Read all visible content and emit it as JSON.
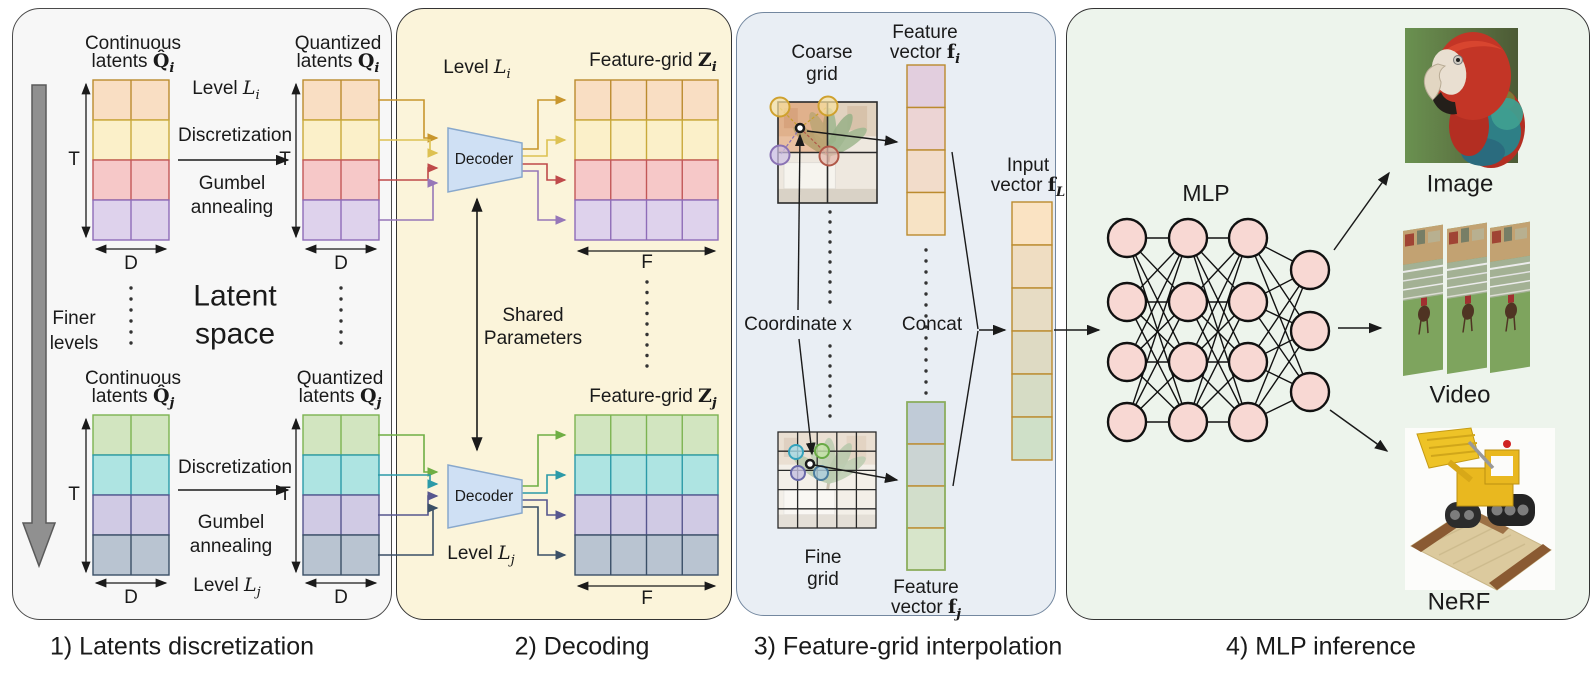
{
  "figure": {
    "captions": [
      "1) Latents discretization",
      "2) Decoding",
      "3) Feature-grid interpolation",
      "4) MLP inference"
    ]
  },
  "panel1": {
    "t_label": "T",
    "d_label": "D",
    "finer_l1": "Finer",
    "finer_l2": "levels",
    "latent_l1": "Latent",
    "latent_l2": "space",
    "top": {
      "continuous_l1": "Continuous",
      "continuous_l2": "latents",
      "continuous_sym": "Q̂",
      "continuous_sub": "i",
      "quantized_l1": "Quantized",
      "quantized_l2": "latents",
      "quantized_sym": "Q",
      "quantized_sub": "i",
      "level_word": "Level",
      "level_sym": "L",
      "level_sub": "i",
      "discretization": "Discretization",
      "gumbel_l1": "Gumbel",
      "gumbel_l2": "annealing"
    },
    "bottom": {
      "continuous_l1": "Continuous",
      "continuous_l2": "latents",
      "continuous_sym": "Q̂",
      "continuous_sub": "j",
      "quantized_l1": "Quantized",
      "quantized_l2": "latents",
      "quantized_sym": "Q",
      "quantized_sub": "j",
      "level_word": "Level",
      "level_sym": "L",
      "level_sub": "j",
      "discretization": "Discretization",
      "gumbel_l1": "Gumbel",
      "gumbel_l2": "annealing"
    }
  },
  "panel2": {
    "level_i_word": "Level",
    "level_i_sym": "L",
    "level_i_sub": "i",
    "level_j_word": "Level",
    "level_j_sym": "L",
    "level_j_sub": "j",
    "decoder": "Decoder",
    "fg_word": "Feature-grid",
    "fg_i_sym": "Z",
    "fg_i_sub": "i",
    "fg_j_sym": "Z",
    "fg_j_sub": "j",
    "f_label": "F",
    "shared_l1": "Shared",
    "shared_l2": "Parameters"
  },
  "panel3": {
    "coarse_l1": "Coarse",
    "coarse_l2": "grid",
    "fine_l1": "Fine",
    "fine_l2": "grid",
    "fv_l1": "Feature",
    "fv_l2": "vector",
    "fv_sym": "f",
    "fv_i_sub": "i",
    "fv_j_sub": "j",
    "coordinate": "Coordinate x",
    "concat": "Concat",
    "input_l1": "Input",
    "input_l2": "vector",
    "input_sym": "f",
    "input_sub": "L"
  },
  "panel4": {
    "mlp": "MLP",
    "image": "Image",
    "video": "Video",
    "nerf": "NeRF"
  },
  "colors": {
    "panel_fills": [
      "#f7f7f7",
      "#fbf4da",
      "#e9eef4",
      "#edf4ec"
    ],
    "level_i_rows": [
      {
        "fill": "#f9dec3",
        "stroke": "#bb8b2e"
      },
      {
        "fill": "#fbf0c9",
        "stroke": "#c9a93a"
      },
      {
        "fill": "#f6c8c8",
        "stroke": "#c25757"
      },
      {
        "fill": "#ded2ec",
        "stroke": "#8e6cb8"
      }
    ],
    "level_j_rows": [
      {
        "fill": "#d2e5c0",
        "stroke": "#7cb351"
      },
      {
        "fill": "#aee4e2",
        "stroke": "#2b9aa8"
      },
      {
        "fill": "#d0cae4",
        "stroke": "#56568e"
      },
      {
        "fill": "#b9c4d1",
        "stroke": "#3a4f66"
      }
    ],
    "fi_cells": [
      "#e2cede",
      "#ecd4d4",
      "#f2dcca",
      "#f7e3c5"
    ],
    "fj_cells": [
      "#c0cbd7",
      "#cbd4d3",
      "#d2decb",
      "#d7e5ca"
    ],
    "fl_cells": [
      "#fae3c3",
      "#efddc2",
      "#e7dcc4",
      "#dedac3",
      "#d6dcc5",
      "#cfe0c8"
    ],
    "vector_stroke": "#bb8b2e",
    "fj_outer_stroke": "#85b060",
    "decoder_fill": "#cfe0f4",
    "decoder_stroke": "#88a8cc",
    "mlp_node_fill": "#f8d8d3"
  }
}
